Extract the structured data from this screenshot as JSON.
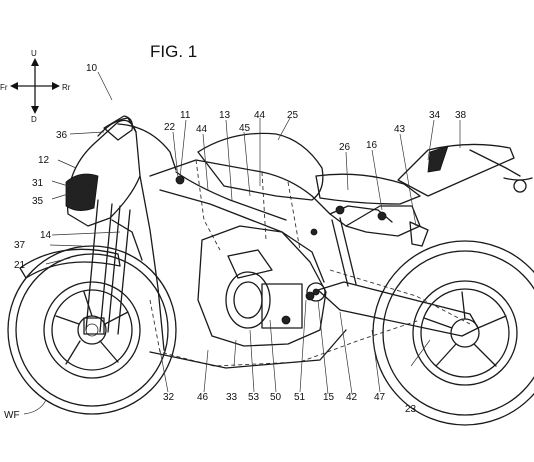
{
  "figure": {
    "title": "FIG. 1"
  },
  "directions": {
    "up": "U",
    "down": "D",
    "front": "Fr",
    "rear": "Rr"
  },
  "callouts": [
    "10",
    "11",
    "12",
    "13",
    "14",
    "15",
    "16",
    "21",
    "22",
    "23",
    "25",
    "26",
    "31",
    "32",
    "33",
    "34",
    "35",
    "36",
    "37",
    "38",
    "42",
    "43",
    "44",
    "44",
    "45",
    "46",
    "47",
    "50",
    "51",
    "53",
    "WF"
  ]
}
